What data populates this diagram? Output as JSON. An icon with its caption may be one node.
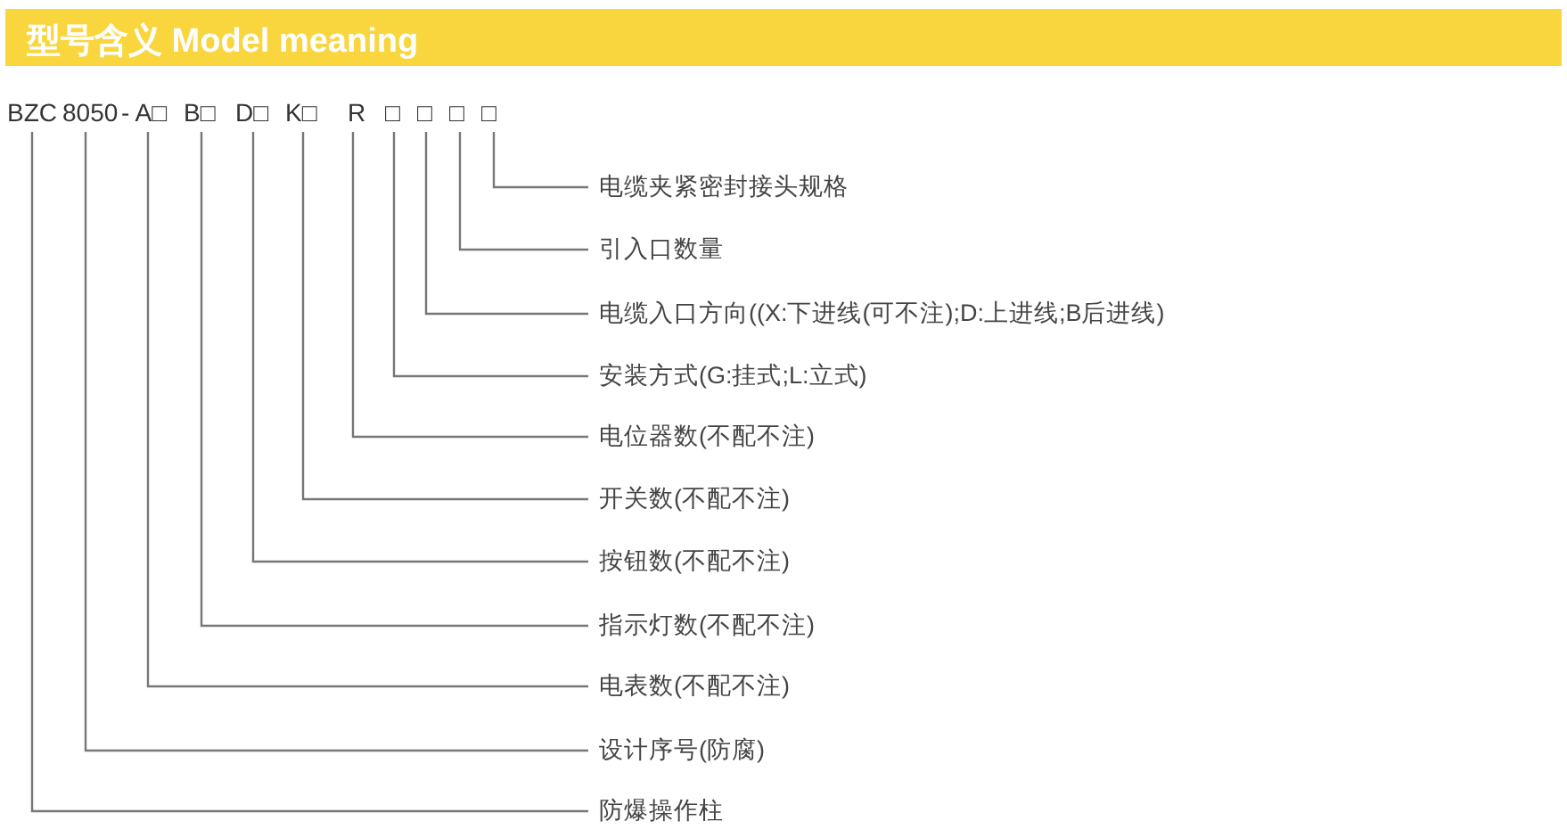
{
  "diagram": {
    "title": "型号含义 Model meaning",
    "nodes": [
      {
        "text": [
          "BZC"
        ]
      },
      {
        "text": [
          "8050"
        ]
      },
      {
        "text": [
          "- A□"
        ]
      },
      {
        "text": [
          "B□"
        ]
      },
      {
        "text": [
          "D□"
        ]
      },
      {
        "text": [
          "K□"
        ]
      },
      {
        "text": [
          "R"
        ]
      },
      {
        "text": [
          "□"
        ]
      },
      {
        "text": [
          "□"
        ]
      },
      {
        "text": [
          "□"
        ]
      },
      {
        "text": [
          "□"
        ]
      },
      {
        "text": [
          "电缆夹紧密封接头规格"
        ]
      },
      {
        "text": [
          "引入口数量"
        ]
      },
      {
        "text": [
          "电缆入口方向((X:下进线(可不注);D:上进线;B后进线)"
        ]
      },
      {
        "text": [
          "安装方式(G:挂式;L:立式)"
        ]
      },
      {
        "text": [
          "电位器数(不配不注)"
        ]
      },
      {
        "text": [
          "开关数(不配不注)"
        ]
      },
      {
        "text": [
          "按钮数(不配不注)"
        ]
      },
      {
        "text": [
          "指示灯数(不配不注)"
        ]
      },
      {
        "text": [
          "电表数(不配不注)"
        ]
      },
      {
        "text": [
          "设计序号(防腐)"
        ]
      },
      {
        "text": [
          "防爆操作柱"
        ]
      }
    ],
    "edges": [
      {
        "from": 10,
        "to": 11,
        "arrow": "none"
      },
      {
        "from": 9,
        "to": 12,
        "arrow": "none"
      },
      {
        "from": 8,
        "to": 13,
        "arrow": "none"
      },
      {
        "from": 7,
        "to": 14,
        "arrow": "none"
      },
      {
        "from": 6,
        "to": 15,
        "arrow": "none"
      },
      {
        "from": 5,
        "to": 16,
        "arrow": "none"
      },
      {
        "from": 4,
        "to": 17,
        "arrow": "none"
      },
      {
        "from": 3,
        "to": 18,
        "arrow": "none"
      },
      {
        "from": 2,
        "to": 19,
        "arrow": "none"
      },
      {
        "from": 1,
        "to": 20,
        "arrow": "none"
      },
      {
        "from": 0,
        "to": 21,
        "arrow": "none"
      }
    ]
  }
}
